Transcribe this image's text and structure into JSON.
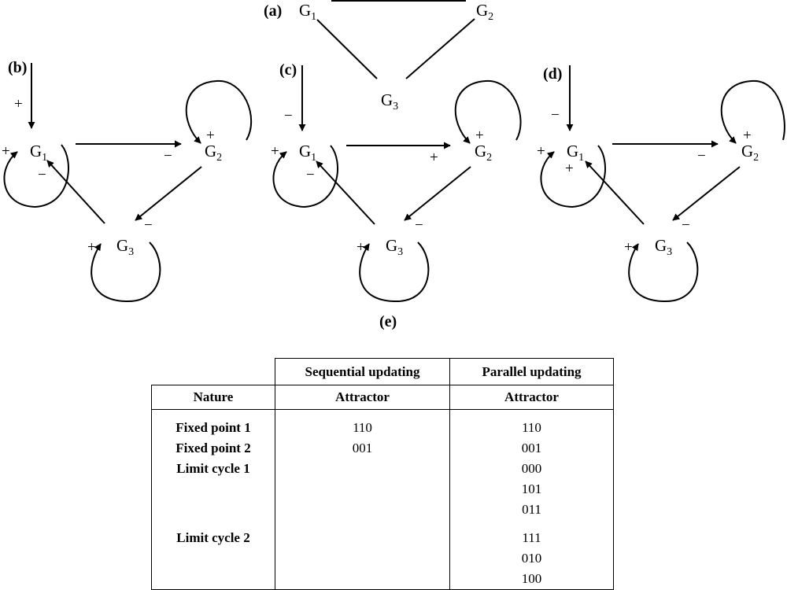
{
  "panels": {
    "a": {
      "label": "(a)",
      "nodes": [
        "G1",
        "G2",
        "G3"
      ]
    },
    "b": {
      "label": "(b)",
      "nodes": [
        "G1",
        "G2",
        "G3"
      ],
      "signs": {
        "input": "+",
        "g1_self": "+",
        "g1_to_g2": "−",
        "g2_self": "+",
        "g2_to_g3": "−",
        "g3_self": "+",
        "g3_to_g1": "−"
      }
    },
    "c": {
      "label": "(c)",
      "nodes": [
        "G1",
        "G2",
        "G3"
      ],
      "signs": {
        "input": "−",
        "g1_self": "+",
        "g1_to_g2": "+",
        "g2_self": "+",
        "g2_to_g3": "−",
        "g3_self": "+",
        "g3_to_g1": "−"
      }
    },
    "d": {
      "label": "(d)",
      "nodes": [
        "G1",
        "G2",
        "G3"
      ],
      "signs": {
        "input": "−",
        "g1_self": "+",
        "g1_to_g2": "−",
        "g2_self": "+",
        "g2_to_g3": "−",
        "g3_self": "+",
        "g3_to_g1": "+"
      }
    },
    "e": {
      "label": "(e)"
    }
  },
  "table": {
    "group_headers": {
      "sequential": "Sequential updating",
      "parallel": "Parallel updating"
    },
    "column_headers": {
      "nature": "Nature",
      "sequential": "Attractor",
      "parallel": "Attractor"
    },
    "rows": [
      {
        "nature": "Fixed point 1",
        "sequential": "110",
        "parallel": "110"
      },
      {
        "nature": "Fixed point 2",
        "sequential": "001",
        "parallel": "001"
      },
      {
        "nature": "Limit cycle 1",
        "sequential": "",
        "parallel": "000"
      },
      {
        "nature": "",
        "sequential": "",
        "parallel": "101"
      },
      {
        "nature": "",
        "sequential": "",
        "parallel": "011"
      },
      {
        "nature": "Limit cycle 2",
        "sequential": "",
        "parallel": "111"
      },
      {
        "nature": "",
        "sequential": "",
        "parallel": "010"
      },
      {
        "nature": "",
        "sequential": "",
        "parallel": "100"
      }
    ]
  }
}
